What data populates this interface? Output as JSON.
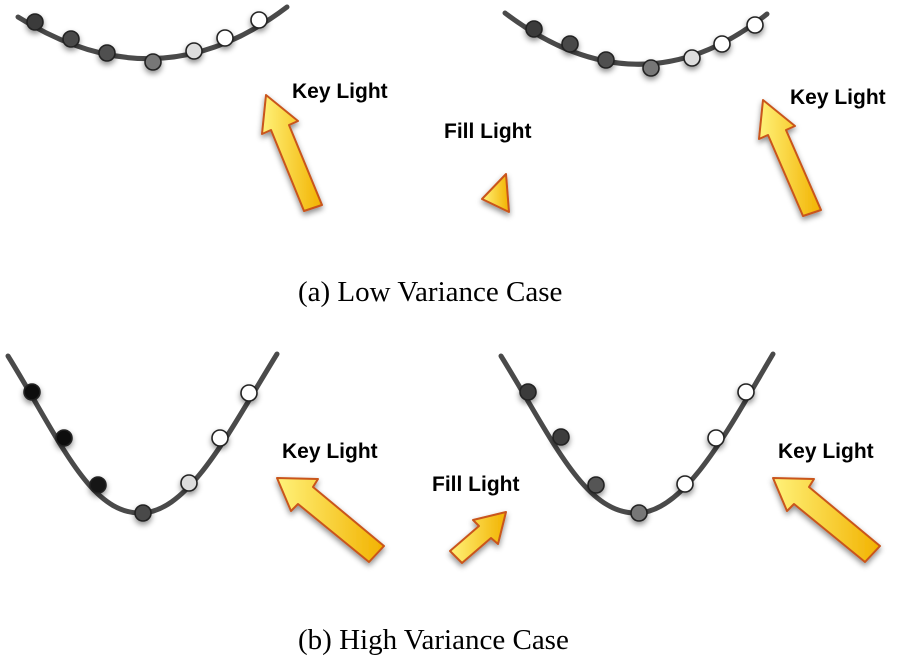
{
  "panels": [
    {
      "caption": "(a)  Low Variance Case",
      "key_light_label": "Key Light",
      "fill_light_label": "Fill Light"
    },
    {
      "caption": "(b)  High Variance Case",
      "key_light_label": "Key Light",
      "fill_light_label": "Fill Light"
    }
  ],
  "colors": {
    "arrow_fill_light": "#fff27a",
    "arrow_fill_dark": "#f2b200",
    "arrow_outline": "#c9541a",
    "curve": "#4a4a4a"
  }
}
